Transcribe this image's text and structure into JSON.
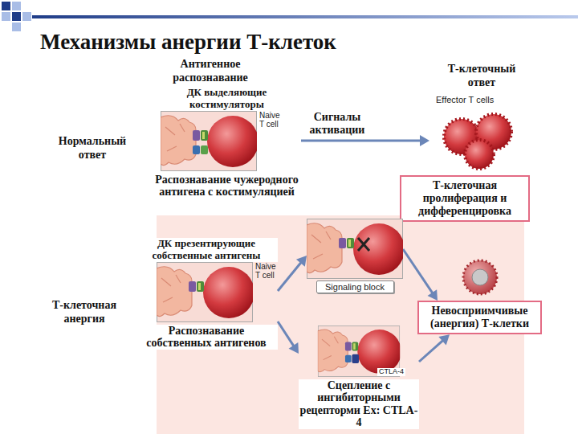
{
  "diagram": {
    "title": "Механизмы анергии Т-клеток",
    "nodes": [
      {
        "text": [
          "ДК выделяющие костимуляторы",
          "Naive T cell",
          "Распознавание чужеродного антигена с костимуляцией"
        ]
      },
      {
        "text": [
          "Effector T cells"
        ]
      },
      {
        "text": [
          "Т-клеточная пролиферация и дифференцировка"
        ]
      },
      {
        "text": [
          "ДК презентирующие собственные антигены",
          "Naive T cell",
          "Распознавание собственных антигенов"
        ]
      },
      {
        "text": [
          "Signaling block"
        ]
      },
      {
        "text": [
          "CTLA-4",
          "Сцепление с ингибиторными рецепторми Ex: CTLA-4"
        ]
      },
      {
        "text": [
          "Невосприимчивые (анергия) Т-клетки"
        ]
      }
    ],
    "edges": [
      {
        "from": 0,
        "to": 1,
        "arrow": "to",
        "label": "Сигналы активации"
      },
      {
        "from": 3,
        "to": 4,
        "arrow": "to"
      },
      {
        "from": 3,
        "to": 5,
        "arrow": "to"
      },
      {
        "from": 4,
        "to": 6,
        "arrow": "to"
      },
      {
        "from": 5,
        "to": 6,
        "arrow": "to"
      }
    ],
    "labels": [
      "Антигенное распознавание",
      "Т-клеточный ответ",
      "Нормальный ответ",
      "Т-клеточная анергия"
    ]
  }
}
